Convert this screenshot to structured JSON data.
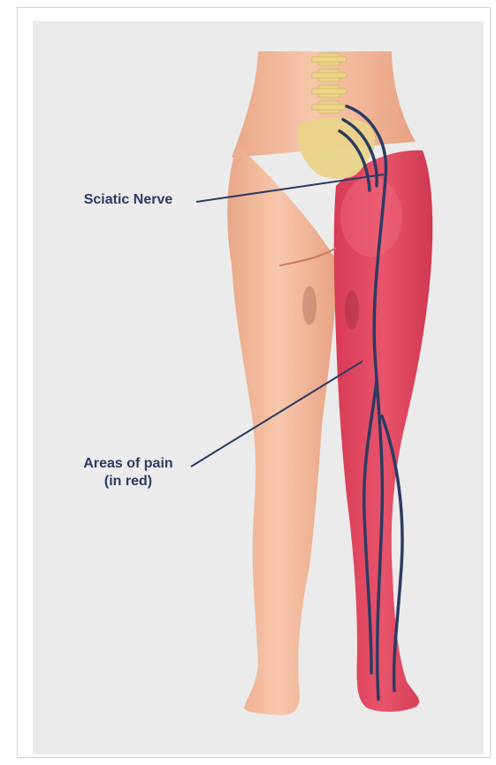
{
  "labels": {
    "sciatic_nerve": "Sciatic Nerve",
    "areas_of_pain_line1": "Areas of pain",
    "areas_of_pain_line2": "(in red)"
  },
  "colors": {
    "skin": "#f0b89a",
    "skin_shadow": "#d98f72",
    "pain_red": "#e0455d",
    "pain_red_dark": "#c2324b",
    "spine_yellow": "#ead48a",
    "nerve_navy": "#2d3b63",
    "background": "#ebebeb"
  }
}
